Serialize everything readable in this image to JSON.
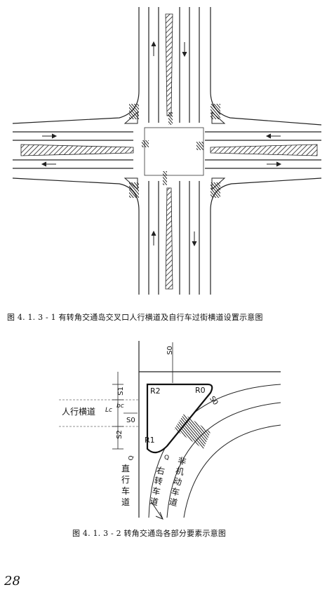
{
  "figure1": {
    "caption": "图 4. 1. 3 - 1   有转角交通岛交叉口人行横道及自行车过街横道设置示意图"
  },
  "figure2": {
    "caption": "图 4. 1. 3 - 2   转角交通岛各部分要素示意图",
    "labels": {
      "s0_top": "S0",
      "s1": "S1",
      "r2": "R2",
      "r0": "R0",
      "s0_mid": "S0",
      "s0_diag": "S0",
      "crosswalk": "人行横道",
      "lc": "Lc",
      "bc": "bc",
      "s2": "S2",
      "r1": "R1",
      "q1": "Q",
      "q2": "Q",
      "through_lane": [
        "直",
        "行",
        "车",
        "道"
      ],
      "right_turn_lane": [
        "右",
        "转",
        "车",
        "道"
      ],
      "nonmotor_lane": [
        "非",
        "机",
        "动",
        "车",
        "道"
      ]
    }
  },
  "page_number": "28"
}
